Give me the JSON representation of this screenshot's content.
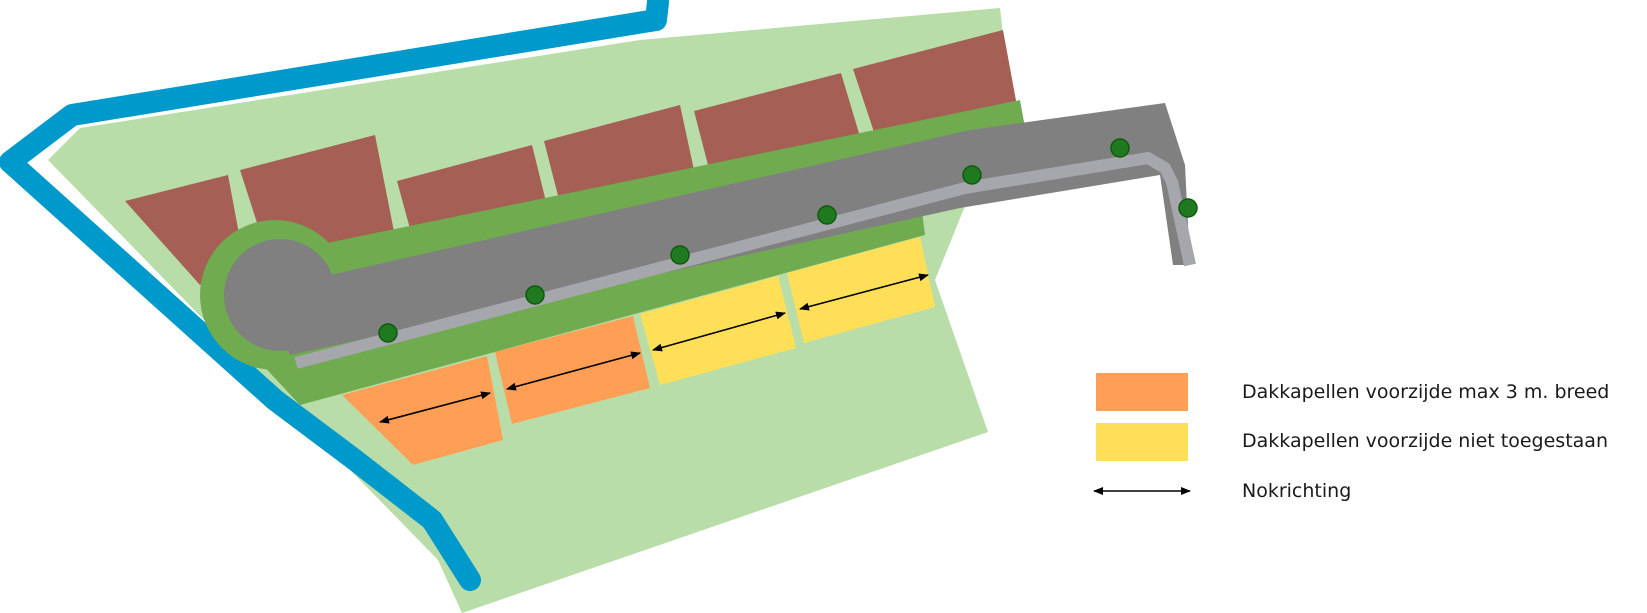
{
  "colors": {
    "background": "#ffffff",
    "terrain": "#b9dda8",
    "water": "#0099cc",
    "green_strip": "#70ab50",
    "road": "#808080",
    "footpath": "#a6a6ad",
    "existing_buildings": "#a65f54",
    "dormer_max_3m": "#ff9f55",
    "dormer_not_allowed": "#ffdf57",
    "tree": "#1f7a1f",
    "arrow": "#000000"
  },
  "icons": {
    "tree": "tree-icon",
    "ridge_direction": "double-arrow-icon"
  },
  "legend": {
    "items": [
      {
        "label": "Dakkapellen voorzijde max 3 m. breed",
        "symbol": "orange-swatch"
      },
      {
        "label": "Dakkapellen voorzijde niet toegestaan",
        "symbol": "yellow-swatch"
      },
      {
        "label": "Nokrichting",
        "symbol": "double-arrow"
      }
    ]
  }
}
